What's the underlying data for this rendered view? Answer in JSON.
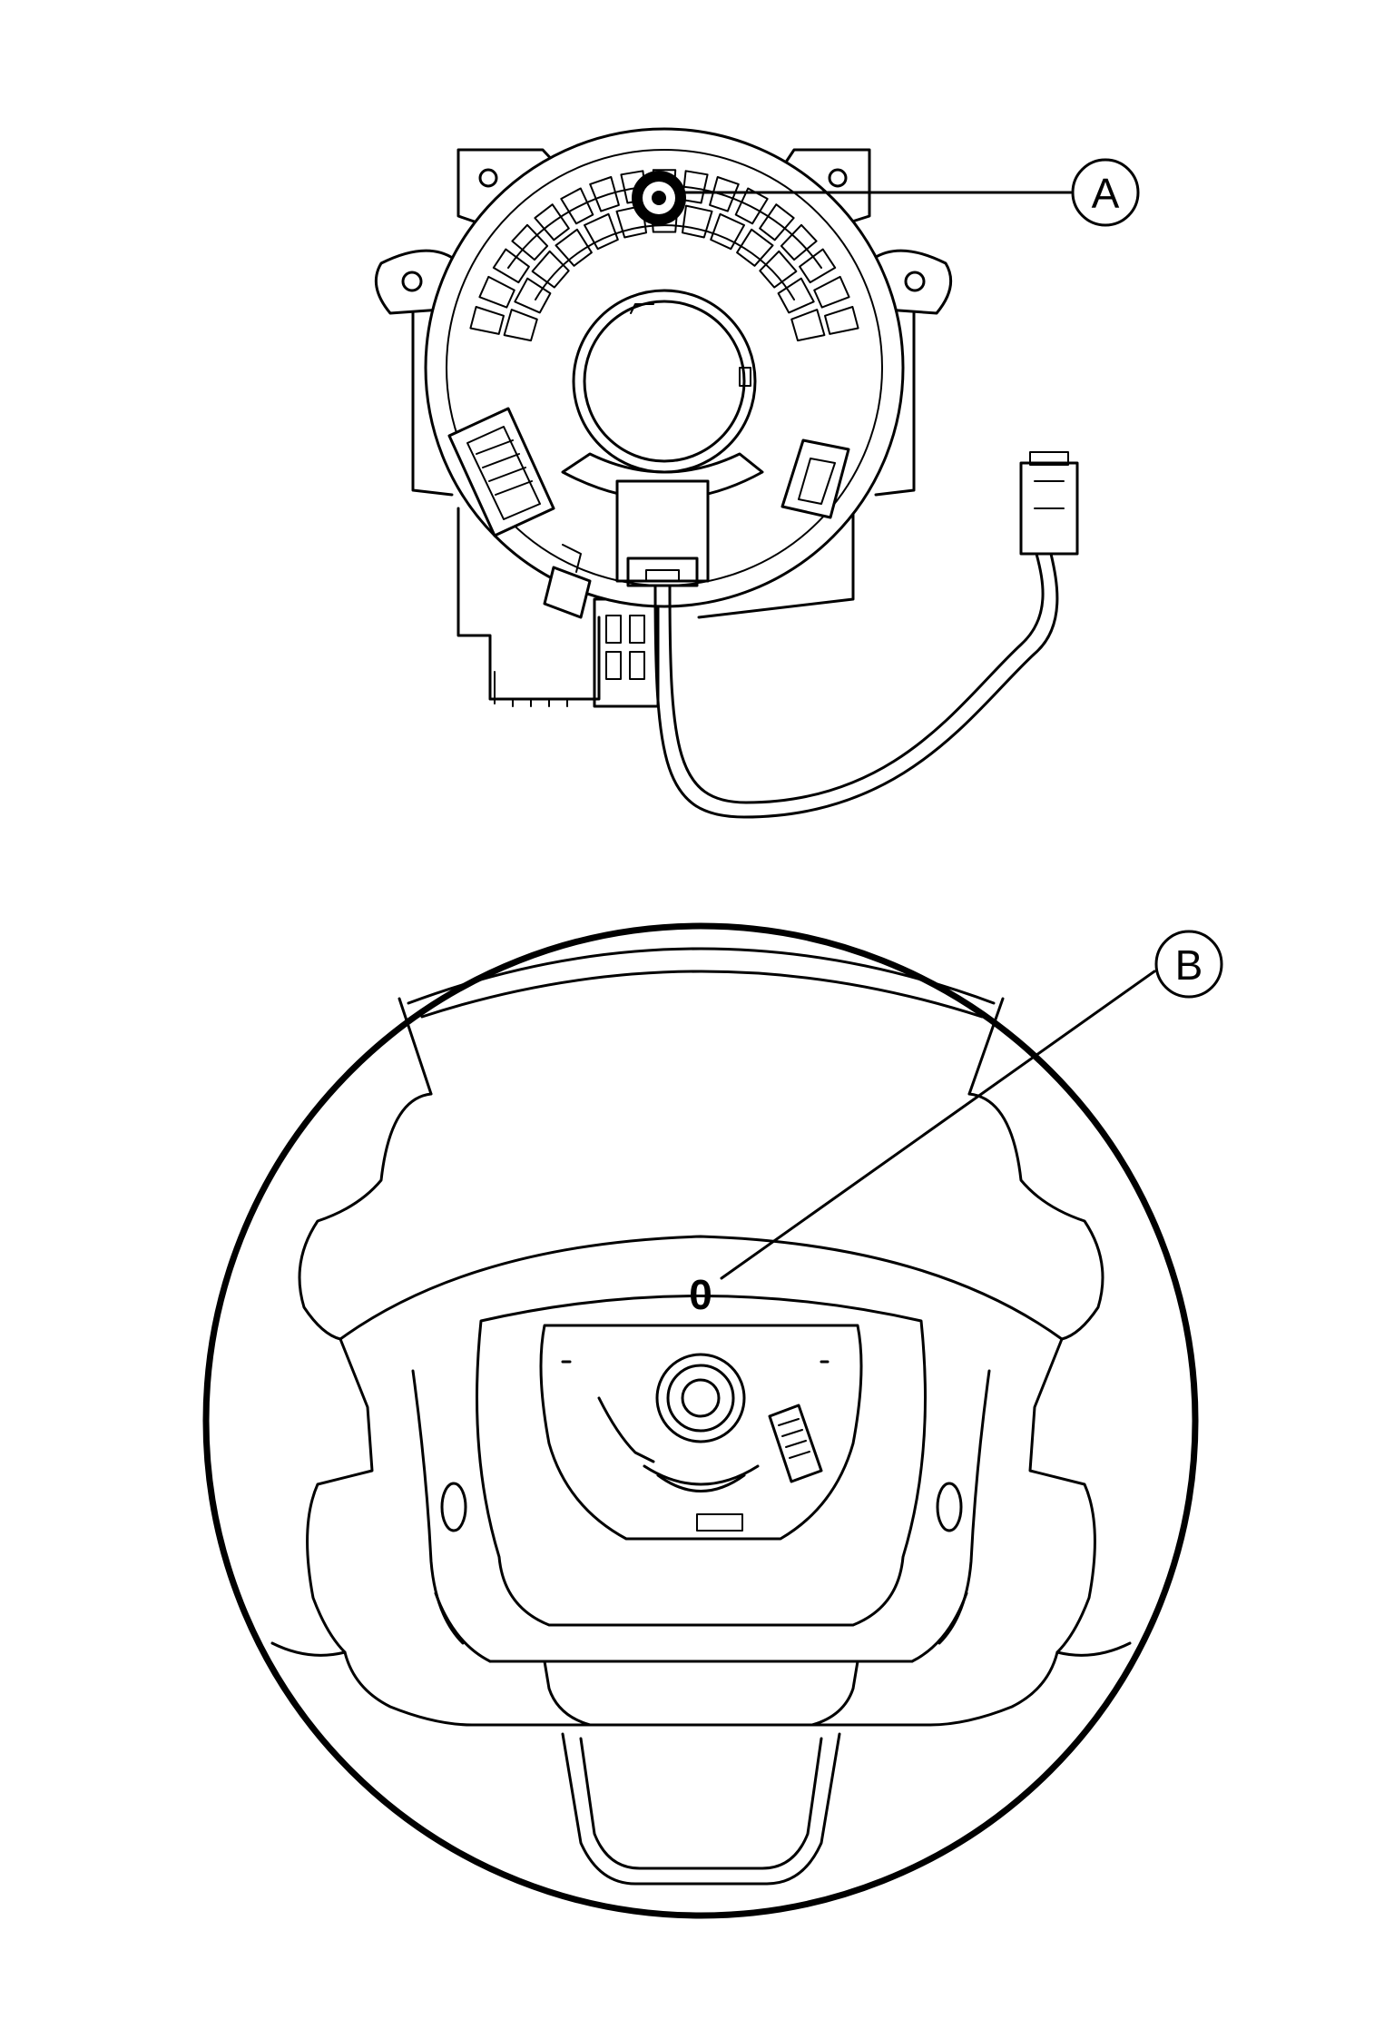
{
  "callouts": {
    "a": {
      "label": "A"
    },
    "b": {
      "label": "B"
    }
  },
  "marks": {
    "zero": "0"
  }
}
